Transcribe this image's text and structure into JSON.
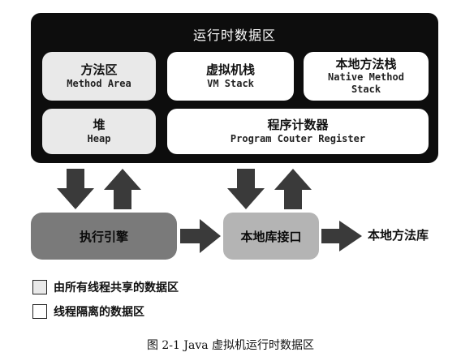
{
  "runtime_area": {
    "title": "运行时数据区"
  },
  "regions": {
    "method_area": {
      "cn": "方法区",
      "en": "Method Area"
    },
    "vm_stack": {
      "cn": "虚拟机栈",
      "en": "VM Stack"
    },
    "native_method_stack": {
      "cn": "本地方法栈",
      "en_line1": "Native Method",
      "en_line2": "Stack"
    },
    "heap": {
      "cn": "堆",
      "en": "Heap"
    },
    "pc_register": {
      "cn": "程序计数器",
      "en": "Program Couter Register"
    }
  },
  "execution_engine": {
    "label": "执行引擎"
  },
  "native_interface": {
    "label": "本地库接口"
  },
  "native_library": {
    "label": "本地方法库"
  },
  "legend": {
    "shared": "由所有线程共享的数据区",
    "isolated": "线程隔离的数据区"
  },
  "caption": "图 2-1   Java 虚拟机运行时数据区",
  "colors": {
    "runtime_bg": "#0d0d0d",
    "shared_fill": "#e9e9e9",
    "isolated_fill": "#ffffff",
    "engine_fill": "#7a7a7a",
    "interface_fill": "#b4b4b4",
    "arrow": "#3a3a3a"
  }
}
